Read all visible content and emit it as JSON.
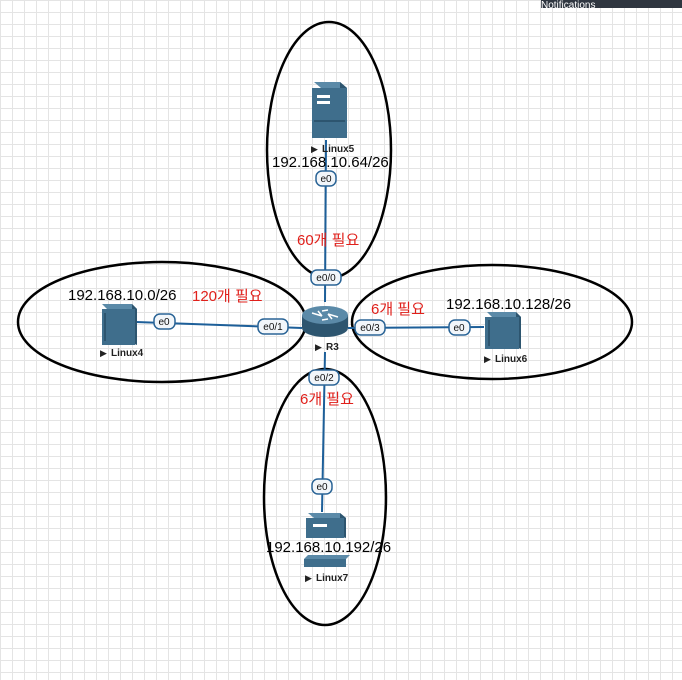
{
  "toolbar": {
    "notifications_label": "Notifications"
  },
  "nodes": {
    "linux5": {
      "name": "Linux5"
    },
    "linux4": {
      "name": "Linux4"
    },
    "linux6": {
      "name": "Linux6"
    },
    "linux7": {
      "name": "Linux7"
    },
    "r3": {
      "name": "R3"
    }
  },
  "subnets": {
    "linux5": "192.168.10.64/26",
    "linux4": "192.168.10.0/26",
    "linux6": "192.168.10.128/26",
    "linux7": "192.168.10.192/26"
  },
  "needs": {
    "linux5": "60개 필요",
    "linux4": "120개 필요",
    "linux6": "6개 필요",
    "linux7": "6개 필요"
  },
  "ports": {
    "linux5_e0": "e0",
    "r3_e00": "e0/0",
    "linux4_e0": "e0",
    "r3_e01": "e0/1",
    "linux6_e0": "e0",
    "r3_e03": "e0/3",
    "r3_e02": "e0/2",
    "linux7_e0": "e0"
  },
  "colors": {
    "link": "#1d5f99",
    "node": "#3f6e8c",
    "annotation": "#e0201b",
    "port_fill": "#f2f6fa",
    "port_stroke": "#2a6496"
  }
}
